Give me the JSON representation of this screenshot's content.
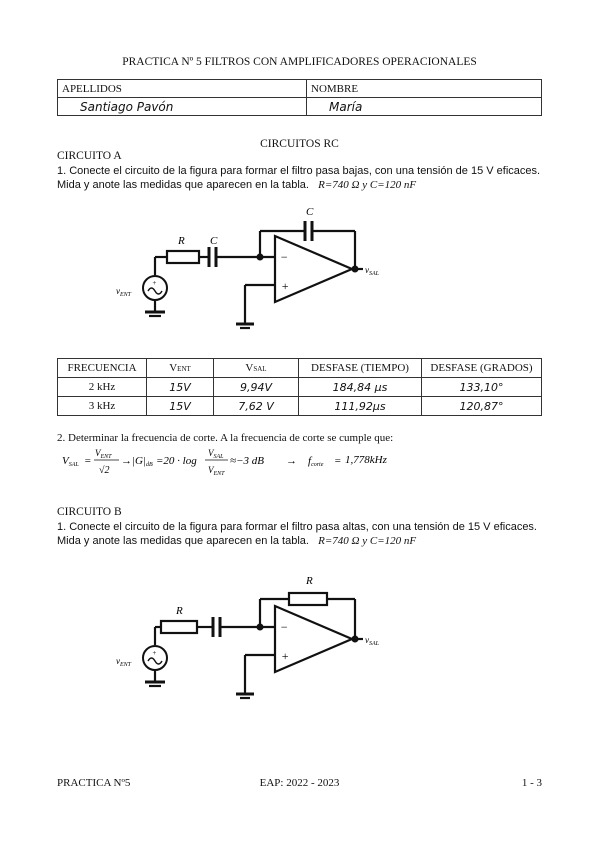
{
  "header": {
    "title": "PRACTICA Nº 5 FILTROS CON AMPLIFICADORES OPERACIONALES"
  },
  "student": {
    "apellidos_label": "APELLIDOS",
    "nombre_label": "NOMBRE",
    "apellidos_value": "Santiago Pavón",
    "nombre_value": "María"
  },
  "section_title": "CIRCUITOS RC",
  "circuit_a": {
    "label": "CIRCUITO A",
    "instruction": "1. Conecte el circuito de la figura para formar el filtro pasa bajas, con una tensión de 15 V eficaces. Mida y anote las medidas que aparecen en la tabla.",
    "params": "R=740 Ω   y   C=120 nF",
    "schematic": {
      "r_label": "R",
      "c_series_label": "C",
      "c_feedback_label": "C",
      "vent_label": "v",
      "vent_sub": "ENT",
      "vsal_label": "v",
      "vsal_sub": "SAL",
      "minus": "−",
      "plus": "+"
    }
  },
  "table": {
    "headers": [
      "FRECUENCIA",
      "V",
      "V",
      "DESFASE (TIEMPO)",
      "DESFASE (GRADOS)"
    ],
    "header_subs": [
      "",
      "ENT",
      "SAL",
      "",
      ""
    ],
    "rows": [
      [
        "2 kHz",
        "15V",
        "9,94V",
        "184,84 μs",
        "133,10°"
      ],
      [
        "3 kHz",
        "15V",
        "7,62 V",
        "111,92μs",
        "120,87°"
      ]
    ]
  },
  "question2": {
    "text": "2. Determinar la frecuencia de corte. A la frecuencia de corte se cumple que:",
    "formula": {
      "vsal": "V",
      "vsal_sub": "SAL",
      "eq": "=",
      "vent_num": "V",
      "vent_num_sub": "ENT",
      "sqrt_den": "√2",
      "arrow1": "→",
      "gain": "|G|",
      "gain_sub": "dB",
      "eq2": "=20 · log",
      "frac_num": "V",
      "frac_num_sub": "SAL",
      "frac_den": "V",
      "frac_den_sub": "ENT",
      "approx": "≈−3 dB",
      "arrow2": "→",
      "fcorte": "f",
      "fcorte_sub": "corte",
      "eq3": "=",
      "answer": "1,778kHz"
    }
  },
  "circuit_b": {
    "label": "CIRCUITO B",
    "instruction": "1. Conecte el circuito de la figura para formar el filtro pasa altas, con una tensión de 15 V eficaces. Mida y anote las medidas que aparecen en la tabla.",
    "params": "R=740 Ω   y   C=120 nF",
    "schematic": {
      "r_label": "R",
      "r_feedback_label": "R",
      "vent_label": "v",
      "vent_sub": "ENT",
      "vsal_label": "v",
      "vsal_sub": "SAL",
      "minus": "−",
      "plus": "+"
    }
  },
  "footer": {
    "left": "PRACTICA Nº5",
    "center": "EAP: 2022 - 2023",
    "right": "1 - 3"
  }
}
